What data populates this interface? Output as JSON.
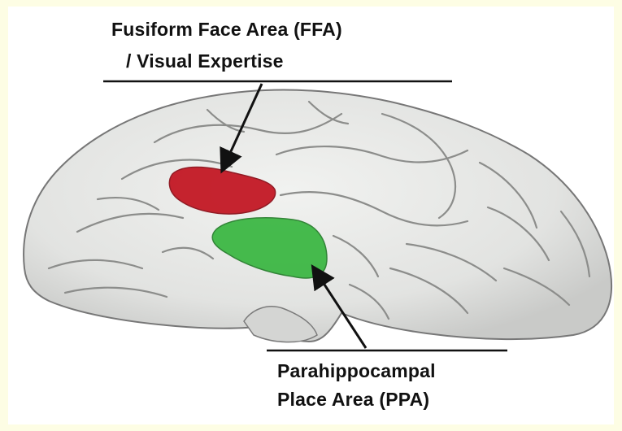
{
  "labels": {
    "ffa_line1": "Fusiform Face Area (FFA)",
    "ffa_line2": "/ Visual Expertise",
    "ppa_line1": "Parahippocampal",
    "ppa_line2": "Place Area (PPA)"
  },
  "colors": {
    "background": "#fdfde4",
    "panel": "#ffffff",
    "ffa_region": "#c2121f",
    "ppa_region": "#34b53c",
    "brain": "#e7e8e6",
    "line": "#111111"
  }
}
